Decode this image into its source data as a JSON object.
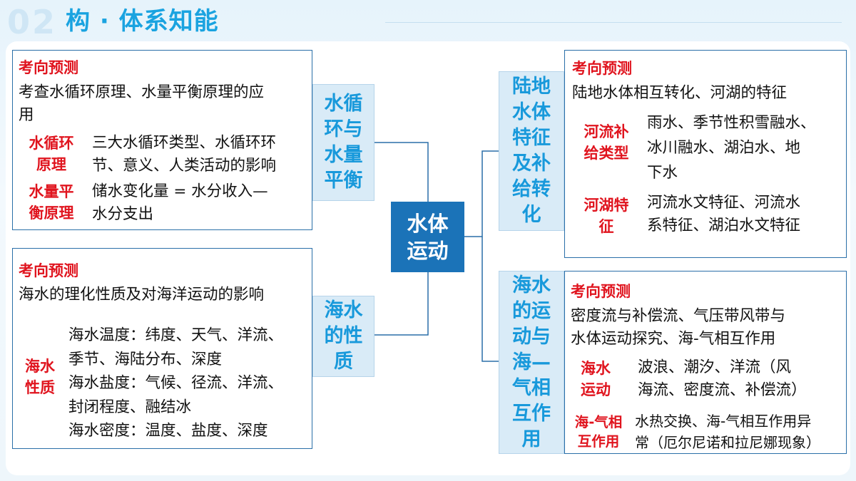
{
  "header": {
    "section_number": "02",
    "title": "构 · 体系知能"
  },
  "center": {
    "line1": "水体",
    "line2": "运动"
  },
  "topics": {
    "water_cycle": [
      "水循",
      "环与",
      "水量",
      "平衡"
    ],
    "seawater_properties": [
      "海水",
      "的性",
      "质"
    ],
    "land_water": [
      "陆地",
      "水体",
      "特征",
      "及补",
      "给转",
      "化"
    ],
    "seawater_motion": [
      "海水",
      "的运",
      "动与",
      "海—",
      "气相",
      "互作",
      "用"
    ]
  },
  "box_water_cycle": {
    "heading": "考向预测",
    "intro": [
      "考查水循环原理、水量平衡原理的应",
      "用"
    ],
    "rows": [
      {
        "label": [
          "水循环",
          "原理"
        ],
        "text": [
          "三大水循环类型、水循环环",
          "节、意义、人类活动的影响"
        ]
      },
      {
        "label": [
          "水量平",
          "衡原理"
        ],
        "text": [
          "储水变化量 = 水分收入—",
          "水分支出"
        ]
      }
    ]
  },
  "box_seawater_properties": {
    "heading": "考向预测",
    "intro": [
      "海水的理化性质及对海洋运动的影响"
    ],
    "label": [
      "海水",
      "性质"
    ],
    "text": [
      "海水温度：纬度、天气、洋流、",
      "季节、海陆分布、深度",
      "海水盐度：气候、径流、洋流、",
      "封闭程度、融结冰",
      "海水密度：温度、盐度、深度"
    ]
  },
  "box_land_water": {
    "heading": "考向预测",
    "intro": [
      "陆地水体相互转化、河湖的特征"
    ],
    "rows": [
      {
        "label": [
          "河流补",
          "给类型"
        ],
        "text": [
          "雨水、季节性积雪融水、",
          "冰川融水、湖泊水、地",
          "下水"
        ]
      },
      {
        "label": [
          "河湖特",
          "征"
        ],
        "text": [
          "河流水文特征、河流水",
          "系特征、湖泊水文特征"
        ]
      }
    ]
  },
  "box_seawater_motion": {
    "heading": "考向预测",
    "intro": [
      "密度流与补偿流、气压带风带与",
      "水体运动探究、海-气相互作用"
    ],
    "rows": [
      {
        "label": [
          "海水",
          "运动"
        ],
        "text": [
          "波浪、潮汐、洋流（风",
          "海流、密度流、补偿流）"
        ]
      },
      {
        "label": [
          "海-气相",
          "互作用"
        ],
        "text": [
          "水热交换、海-气相互作用异",
          "常（厄尔尼诺和拉尼娜现象）"
        ]
      }
    ]
  },
  "colors": {
    "accent_red": "#e0141e",
    "topic_blue": "#1899db",
    "center_blue": "#1b73b8",
    "border_blue": "#2a6fa8"
  }
}
